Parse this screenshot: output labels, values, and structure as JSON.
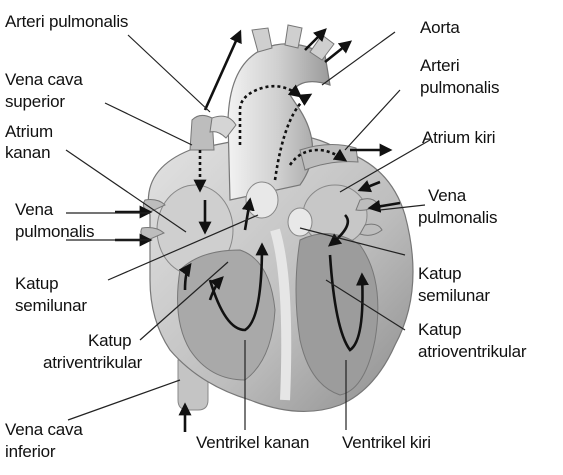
{
  "labels": {
    "arteri_pulmonalis_left": "Arteri pulmonalis",
    "aorta": "Aorta",
    "vena_cava_superior_1": "Vena cava",
    "vena_cava_superior_2": "superior",
    "arteri_pulmonalis_right_1": "Arteri",
    "arteri_pulmonalis_right_2": "pulmonalis",
    "atrium_kanan_1": "Atrium",
    "atrium_kanan_2": "kanan",
    "atrium_kiri": "Atrium kiri",
    "vena_pulmonalis_left_1": "Vena",
    "vena_pulmonalis_left_2": "pulmonalis",
    "vena_pulmonalis_right_1": "Vena",
    "vena_pulmonalis_right_2": "pulmonalis",
    "katup_semilunar_left_1": "Katup",
    "katup_semilunar_left_2": "semilunar",
    "katup_semilunar_right_1": "Katup",
    "katup_semilunar_right_2": "semilunar",
    "katup_atriventrikular_1": "Katup",
    "katup_atriventrikular_2": "atriventrikular",
    "katup_atrioventrikular_1": "Katup",
    "katup_atrioventrikular_2": "atrioventrikular",
    "vena_cava_inferior_1": "Vena cava",
    "vena_cava_inferior_2": "inferior",
    "ventrikel_kanan": "Ventrikel kanan",
    "ventrikel_kiri": "Ventrikel kiri"
  },
  "colors": {
    "tissue_light": "#d9d9d9",
    "tissue_mid": "#b3b3b3",
    "tissue_dark": "#7a7a7a",
    "arrow": "#111111",
    "leader": "#222222"
  }
}
